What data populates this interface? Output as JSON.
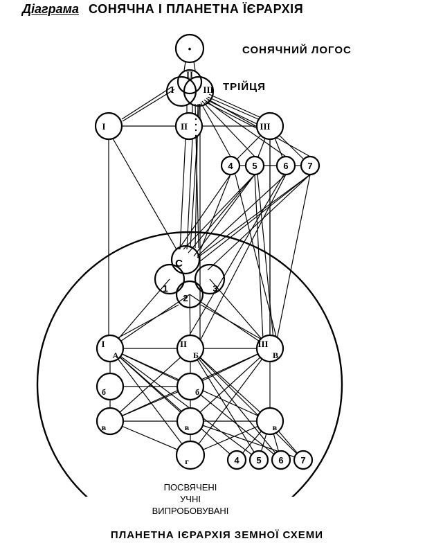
{
  "header": {
    "prefix": "Діаграма",
    "title": "СОНЯЧНА І ПЛАНЕТНА ЇЄРАРХІЯ"
  },
  "labels": {
    "solar_logos": "СОНЯЧНИЙ ЛОГОС",
    "trinity": "ТРІЙЦЯ",
    "lower_text": [
      "ПОСВЯЧЕНІ",
      "УЧНІ",
      "ВИПРОБОВУВАНІ"
    ],
    "footer": "ПЛАНЕТНА ІЄРАРХІЯ ЗЕМНОЇ СХЕМИ"
  },
  "nodes": {
    "logos": {
      "symbol": "•"
    },
    "trinity": [
      {
        "label": "I"
      },
      {
        "label": "II"
      },
      {
        "label": "III"
      }
    ],
    "upper_rays": [
      {
        "label": "I"
      },
      {
        "label": "II"
      },
      {
        "label": "III"
      }
    ],
    "upper_minor": [
      {
        "label": "4"
      },
      {
        "label": "5"
      },
      {
        "label": "6"
      },
      {
        "label": "7"
      }
    ],
    "center": {
      "label": "С"
    },
    "center_triad": [
      {
        "label": "1"
      },
      {
        "label": "2"
      },
      {
        "label": "3"
      }
    ],
    "planetary_main": [
      {
        "label": "I",
        "sub": "А"
      },
      {
        "label": "II",
        "sub": "Б"
      },
      {
        "label": "III",
        "sub": "В"
      }
    ],
    "planetary_row2": [
      {
        "label": "б"
      },
      {
        "label": "б"
      }
    ],
    "planetary_row3": [
      {
        "label": "в"
      },
      {
        "label": "в"
      },
      {
        "label": "в"
      }
    ],
    "planetary_bottom": {
      "label": "г"
    },
    "lower_minor": [
      {
        "label": "4"
      },
      {
        "label": "5"
      },
      {
        "label": "6"
      },
      {
        "label": "7"
      }
    ]
  }
}
